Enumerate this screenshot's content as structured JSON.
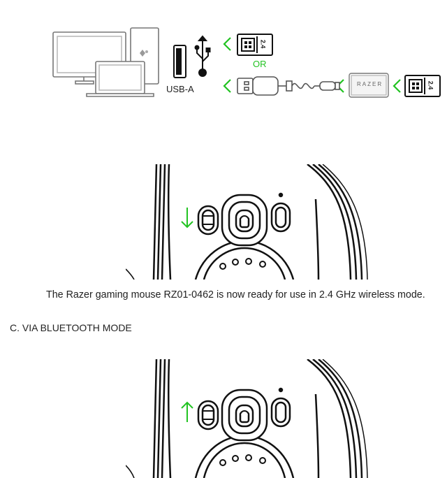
{
  "connection_diagram": {
    "port_label": "USB-A",
    "or_label": "OR",
    "dongle_brand": "RAZER",
    "dongle_band": "2.4",
    "accent_color": "#22c322"
  },
  "paragraph": "The Razer gaming mouse RZ01-0462 is now ready for use in 2.4 GHz wireless mode.",
  "section_heading": "C. VIA BLUETOOTH MODE",
  "mouse_figures": [
    {
      "switch_direction": "down"
    },
    {
      "switch_direction": "up"
    }
  ]
}
